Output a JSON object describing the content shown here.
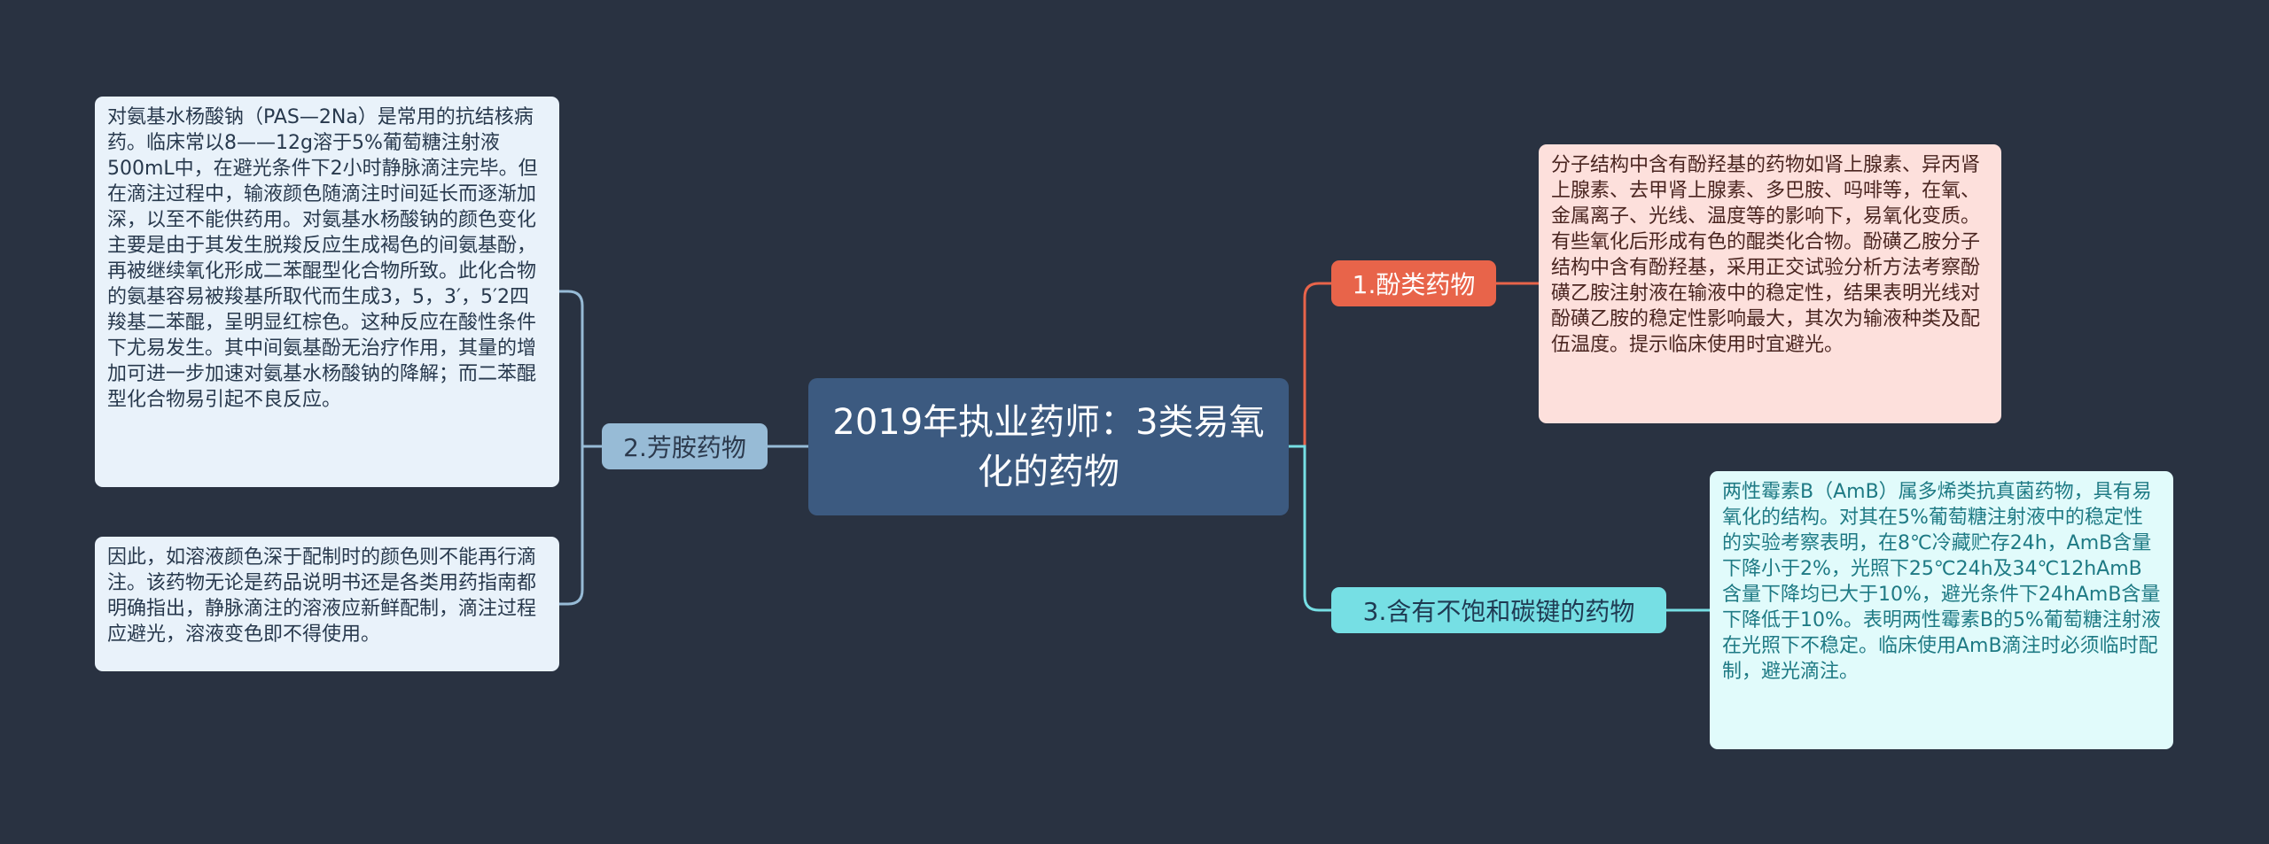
{
  "root": {
    "title": "2019年执业药师：3类易氧化的药物"
  },
  "branches": [
    {
      "label": "1.酚类药物",
      "color": "#e8644a",
      "notes": [
        "分子结构中含有酚羟基的药物如肾上腺素、异丙肾上腺素、去甲肾上腺素、多巴胺、吗啡等，在氧、金属离子、光线、温度等的影响下，易氧化变质。有些氧化后形成有色的醌类化合物。酚磺乙胺分子结构中含有酚羟基，采用正交试验分析方法考察酚磺乙胺注射液在输液中的稳定性，结果表明光线对酚磺乙胺的稳定性影响最大，其次为输液种类及配伍温度。提示临床使用时宜避光。"
      ]
    },
    {
      "label": "2.芳胺药物",
      "color": "#97bbd6",
      "notes": [
        "对氨基水杨酸钠（PAS—2Na）是常用的抗结核病药。临床常以8——12g溶于5%葡萄糖注射液500mL中，在避光条件下2小时静脉滴注完毕。但在滴注过程中，输液颜色随滴注时间延长而逐渐加深，以至不能供药用。对氨基水杨酸钠的颜色变化主要是由于其发生脱羧反应生成褐色的间氨基酚，再被继续氧化形成二苯醌型化合物所致。此化合物的氨基容易被羧基所取代而生成3，5，3′，5′2四羧基二苯醌，呈明显红棕色。这种反应在酸性条件下尤易发生。其中间氨基酚无治疗作用，其量的增加可进一步加速对氨基水杨酸钠的降解；而二苯醌型化合物易引起不良反应。",
        "因此，如溶液颜色深于配制时的颜色则不能再行滴注。该药物无论是药品说明书还是各类用药指南都明确指出，静脉滴注的溶液应新鲜配制，滴注过程应避光，溶液变色即不得使用。"
      ]
    },
    {
      "label": "3.含有不饱和碳键的药物",
      "color": "#76dfe4",
      "notes": [
        "两性霉素B（AmB）属多烯类抗真菌药物，具有易氧化的结构。对其在5%葡萄糖注射液中的稳定性的实验考察表明，在8℃冷藏贮存24h，AmB含量下降小于2%，光照下25℃24h及34℃12hAmB含量下降均已大于10%，避光条件下24hAmB含量下降低于10%。表明两性霉素B的5%葡萄糖注射液在光照下不稳定。临床使用AmB滴注时必须临时配制，避光滴注。"
      ]
    }
  ]
}
